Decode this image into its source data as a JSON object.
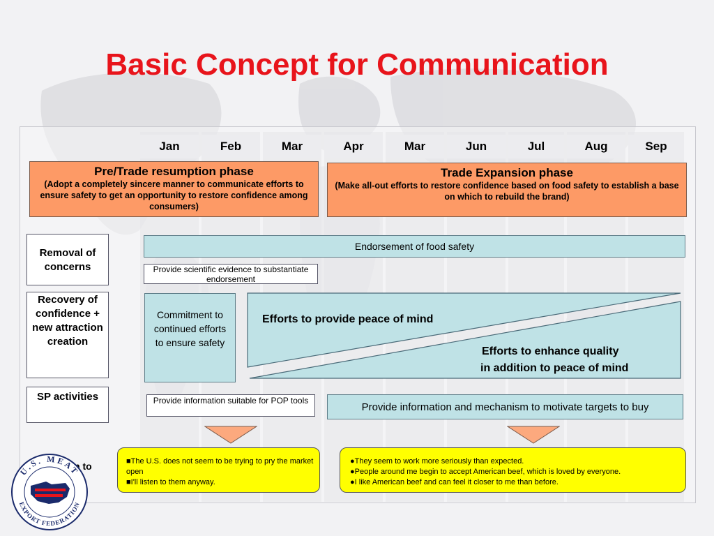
{
  "title": "Basic Concept for Communication",
  "months": [
    "Jan",
    "Feb",
    "Mar",
    "Apr",
    "Mar",
    "Jun",
    "Jul",
    "Aug",
    "Sep"
  ],
  "phases": {
    "pre": {
      "title": "Pre/Trade resumption phase",
      "subtitle": "(Adopt a completely sincere manner to communicate efforts to ensure safety to get an opportunity to restore confidence among consumers)"
    },
    "expansion": {
      "title": "Trade Expansion phase",
      "subtitle": "(Make all-out efforts to restore confidence based on food safety to establish a base on which to rebuild the brand)"
    }
  },
  "rows": {
    "removal": "Removal of concerns",
    "recovery": "Recovery of confidence + new attraction creation",
    "sp": "SP activities",
    "perception": "Perception to acquire"
  },
  "items": {
    "endorsement": "Endorsement of food safety",
    "scientific": "Provide scientific evidence to substantiate endorsement",
    "commitment": "Commitment to continued efforts to ensure safety",
    "peace": "Efforts to provide peace of mind",
    "quality_line1": "Efforts to enhance quality",
    "quality_line2": "in addition to peace of mind",
    "pop": "Provide information suitable for POP tools",
    "motivate": "Provide information and mechanism to motivate targets to buy"
  },
  "perceptions": {
    "left": [
      "■The U.S. does not seem to be trying to pry the market open",
      "■I'll listen to them anyway."
    ],
    "right": [
      "●They seem to work more seriously than expected.",
      "●People around me begin to accept American beef, which is loved by everyone.",
      "●I like American beef and can feel it closer to me than before."
    ]
  },
  "logo": {
    "top_text": "U.S. MEAT",
    "bottom_text": "EXPORT FEDERATION"
  },
  "colors": {
    "title": "#e8141b",
    "phase": "#fd9a66",
    "activity": "#bfe2e6",
    "perception": "#ffff00",
    "arrow": "#fca97e"
  }
}
